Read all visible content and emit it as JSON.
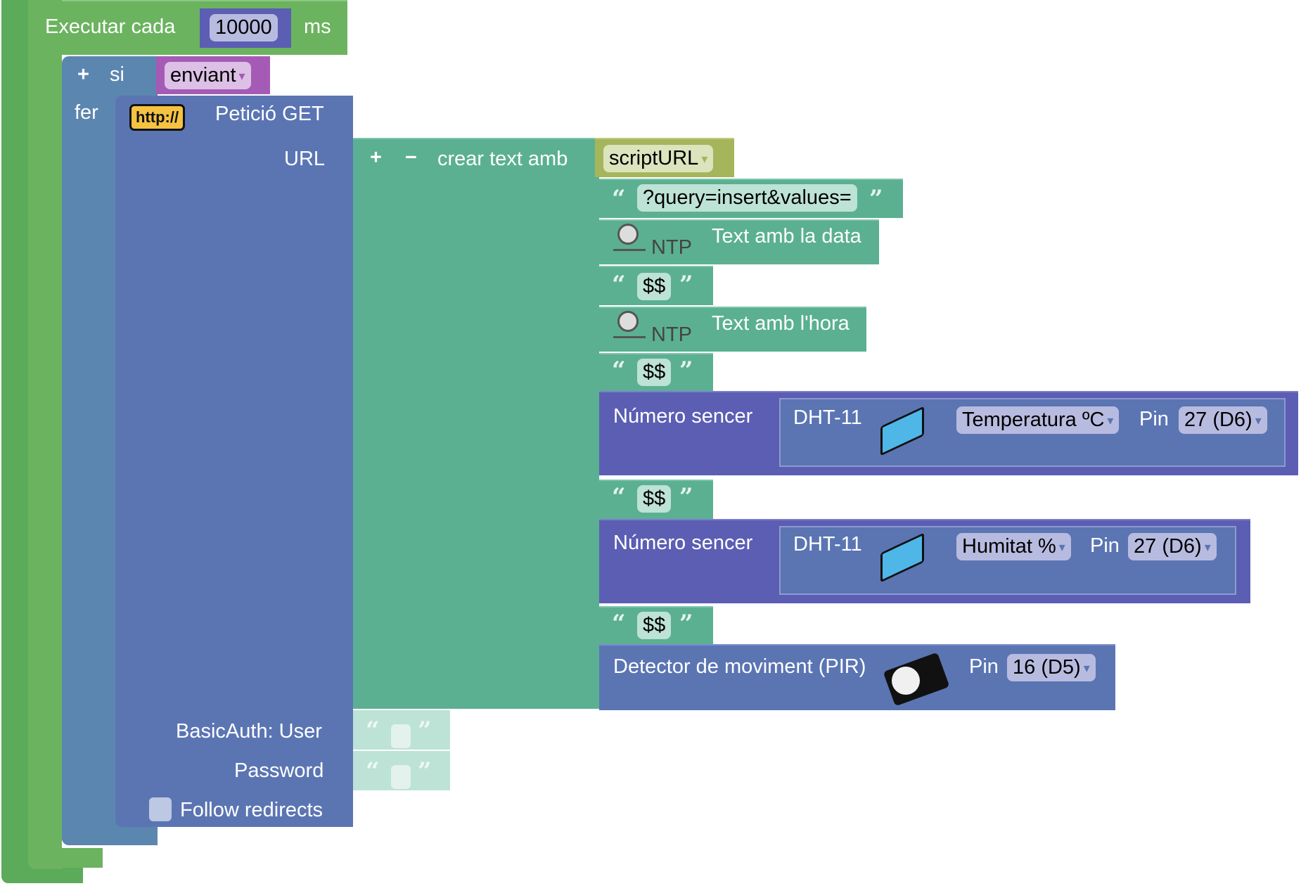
{
  "timer_block": {
    "label": "Executar cada",
    "interval": "10000",
    "unit": "ms"
  },
  "if_block": {
    "plus_icon": "plus-icon",
    "if_label": "si",
    "do_label": "fer",
    "condition_variable": "enviant"
  },
  "http_block": {
    "badge": "http://",
    "title": "Petició GET",
    "url_label": "URL",
    "user_label": "BasicAuth: User",
    "password_label": "Password",
    "follow_redirects_label": "Follow redirects",
    "follow_redirects_checked": false
  },
  "join_block": {
    "plus": "+",
    "minus": "−",
    "label": "crear text amb"
  },
  "items": {
    "script_url": "scriptURL",
    "query_text": "?query=insert&values=",
    "ntp_date": {
      "badge": "NTP",
      "label": "Text amb la data"
    },
    "sep1": "$$",
    "ntp_time": {
      "badge": "NTP",
      "label": "Text amb l'hora"
    },
    "sep2": "$$",
    "int_temp": {
      "label": "Número sencer",
      "sensor": "DHT-11",
      "measure": "Temperatura ºC",
      "pin_label": "Pin",
      "pin": "27 (D6)"
    },
    "sep3": "$$",
    "int_hum": {
      "label": "Número sencer",
      "sensor": "DHT-11",
      "measure": "Humitat %",
      "pin_label": "Pin",
      "pin": "27 (D6)"
    },
    "sep4": "$$",
    "pir": {
      "label": "Detector de moviment (PIR)",
      "pin_label": "Pin",
      "pin": "16 (D5)"
    }
  },
  "user_value": "",
  "password_value": "",
  "dropdown_arrow": "▾",
  "open_quote": "“",
  "close_quote": "”"
}
